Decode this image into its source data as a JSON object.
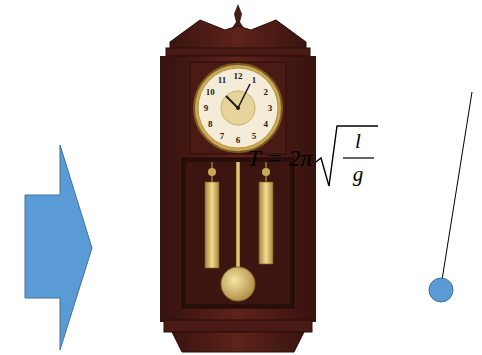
{
  "diagram": {
    "labels": [
      "T = 2π",
      "l",
      "g",
      "12",
      "1",
      "2",
      "3",
      "4",
      "5",
      "6",
      "7",
      "8",
      "9",
      "10",
      "11"
    ]
  }
}
